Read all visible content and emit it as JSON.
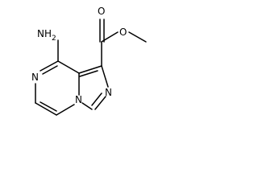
{
  "molecule": {
    "atoms": {
      "amine": "NH",
      "amine_sub": "2",
      "ring_n_left": "N",
      "ring_n_bottom": "N",
      "ring_n_right": "N",
      "carbonyl_o": "O",
      "ester_o": "O"
    }
  },
  "colors": {
    "bond": "#000000",
    "text": "#000000",
    "background": "#ffffff"
  }
}
